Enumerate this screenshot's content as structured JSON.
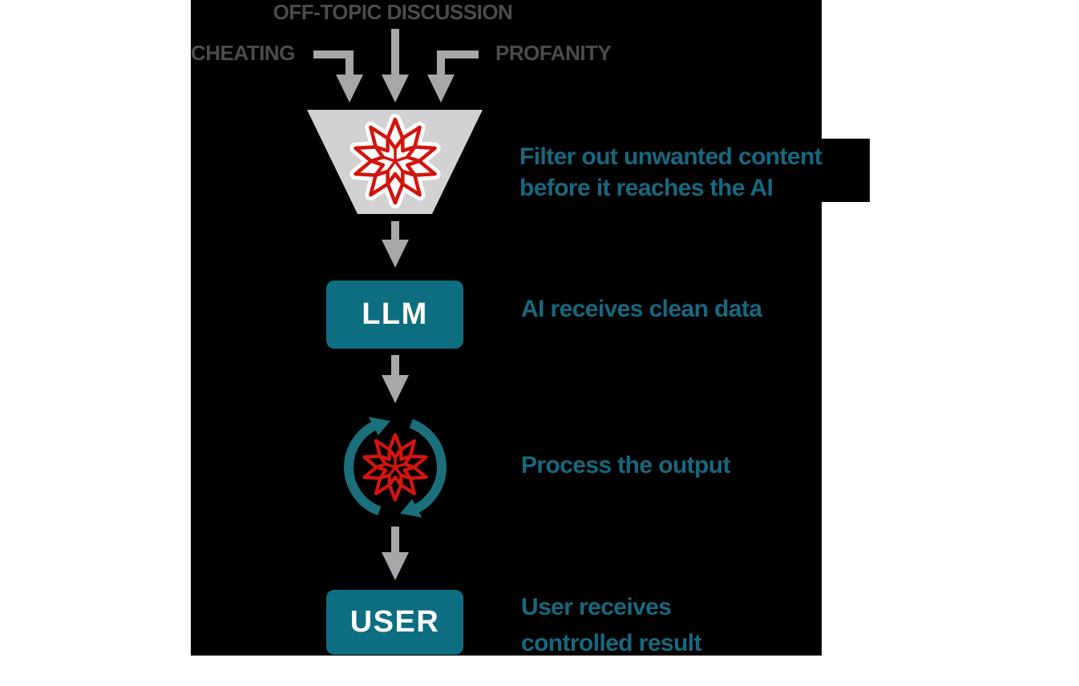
{
  "colors": {
    "page_bg": "#ffffff",
    "stage_bg": "#000000",
    "teal_box": "#0e6e81",
    "teal_text": "#17687f",
    "teal_cycle": "#1a6f7b",
    "red": "#d2150e",
    "gray_arrow": "#a7a7a9",
    "gray_funnel": "#d2d2d3",
    "gray_label": "#4a4b4d"
  },
  "inputs": {
    "left": "CHEATING",
    "center": "OFF-TOPIC DISCUSSION",
    "right": "PROFANITY"
  },
  "steps": {
    "filter": {
      "caption": "Filter out unwanted content\nbefore it reaches the AI"
    },
    "llm": {
      "label": "LLM",
      "caption": "AI receives clean data"
    },
    "process": {
      "caption": "Process the output"
    },
    "user": {
      "label": "USER",
      "caption": "User receives\ncontrolled result"
    }
  }
}
